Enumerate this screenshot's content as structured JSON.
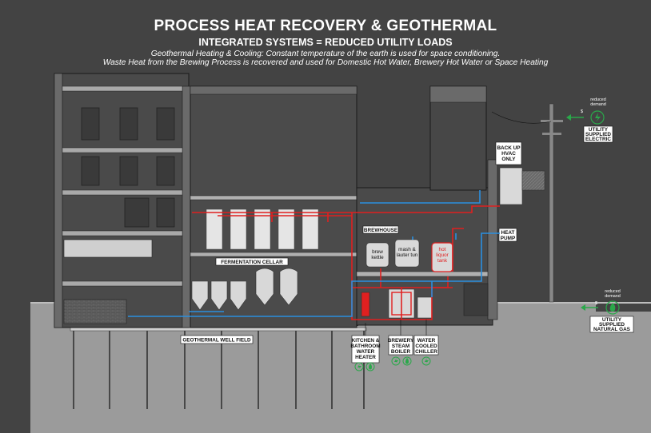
{
  "title": "PROCESS HEAT RECOVERY & GEOTHERMAL",
  "subtitle": "INTEGRATED SYSTEMS = REDUCED UTILITY LOADS",
  "description_1": "Geothermal Heating & Cooling: Constant temperature of the earth is used for space conditioning.",
  "description_2": "Waste Heat from the Brewing Process is recovered and used for Domestic Hot Water, Brewery Hot Water or Space Heating",
  "labels": {
    "backup_hvac": [
      "BACK UP",
      "HVAC",
      "ONLY"
    ],
    "heat_pump": [
      "HEAT",
      "PUMP"
    ],
    "brewhouse": "BREWHOUSE",
    "fermentation_cellar": "FERMENTATION CELLAR",
    "geothermal_field": "GEOTHERMAL WELL FIELD",
    "brew_kettle": [
      "brew",
      "kettle"
    ],
    "mash_lauter": [
      "mash &",
      "lauter tun"
    ],
    "hot_liquor_tank": [
      "hot",
      "liquor",
      "tank"
    ],
    "kitchen_heater": [
      "KITCHEN &",
      "BATHROOM",
      "WATER",
      "HEATER"
    ],
    "steam_boiler": [
      "BREWERY",
      "STEAM",
      "BOILER"
    ],
    "water_chiller": [
      "WATER",
      "COOLED",
      "CHILLER"
    ],
    "utility_electric": [
      "UTILITY",
      "SUPPLIED",
      "ELECTRIC"
    ],
    "utility_gas": [
      "UTILITY",
      "SUPPLIED",
      "NATURAL GAS"
    ],
    "reduced_demand_top": [
      "reduced",
      "demand"
    ],
    "reduced_demand_bottom": [
      "reduced",
      "demand"
    ],
    "dollar": "$"
  },
  "colors": {
    "background": "#434343",
    "building": "#5b5b5b",
    "hot_pipe": "#e02020",
    "cold_pipe": "#2a8fe0",
    "green": "#2aa84a",
    "ground": "#9a9a9a"
  },
  "icons": [
    "lightning-icon",
    "flame-icon"
  ]
}
